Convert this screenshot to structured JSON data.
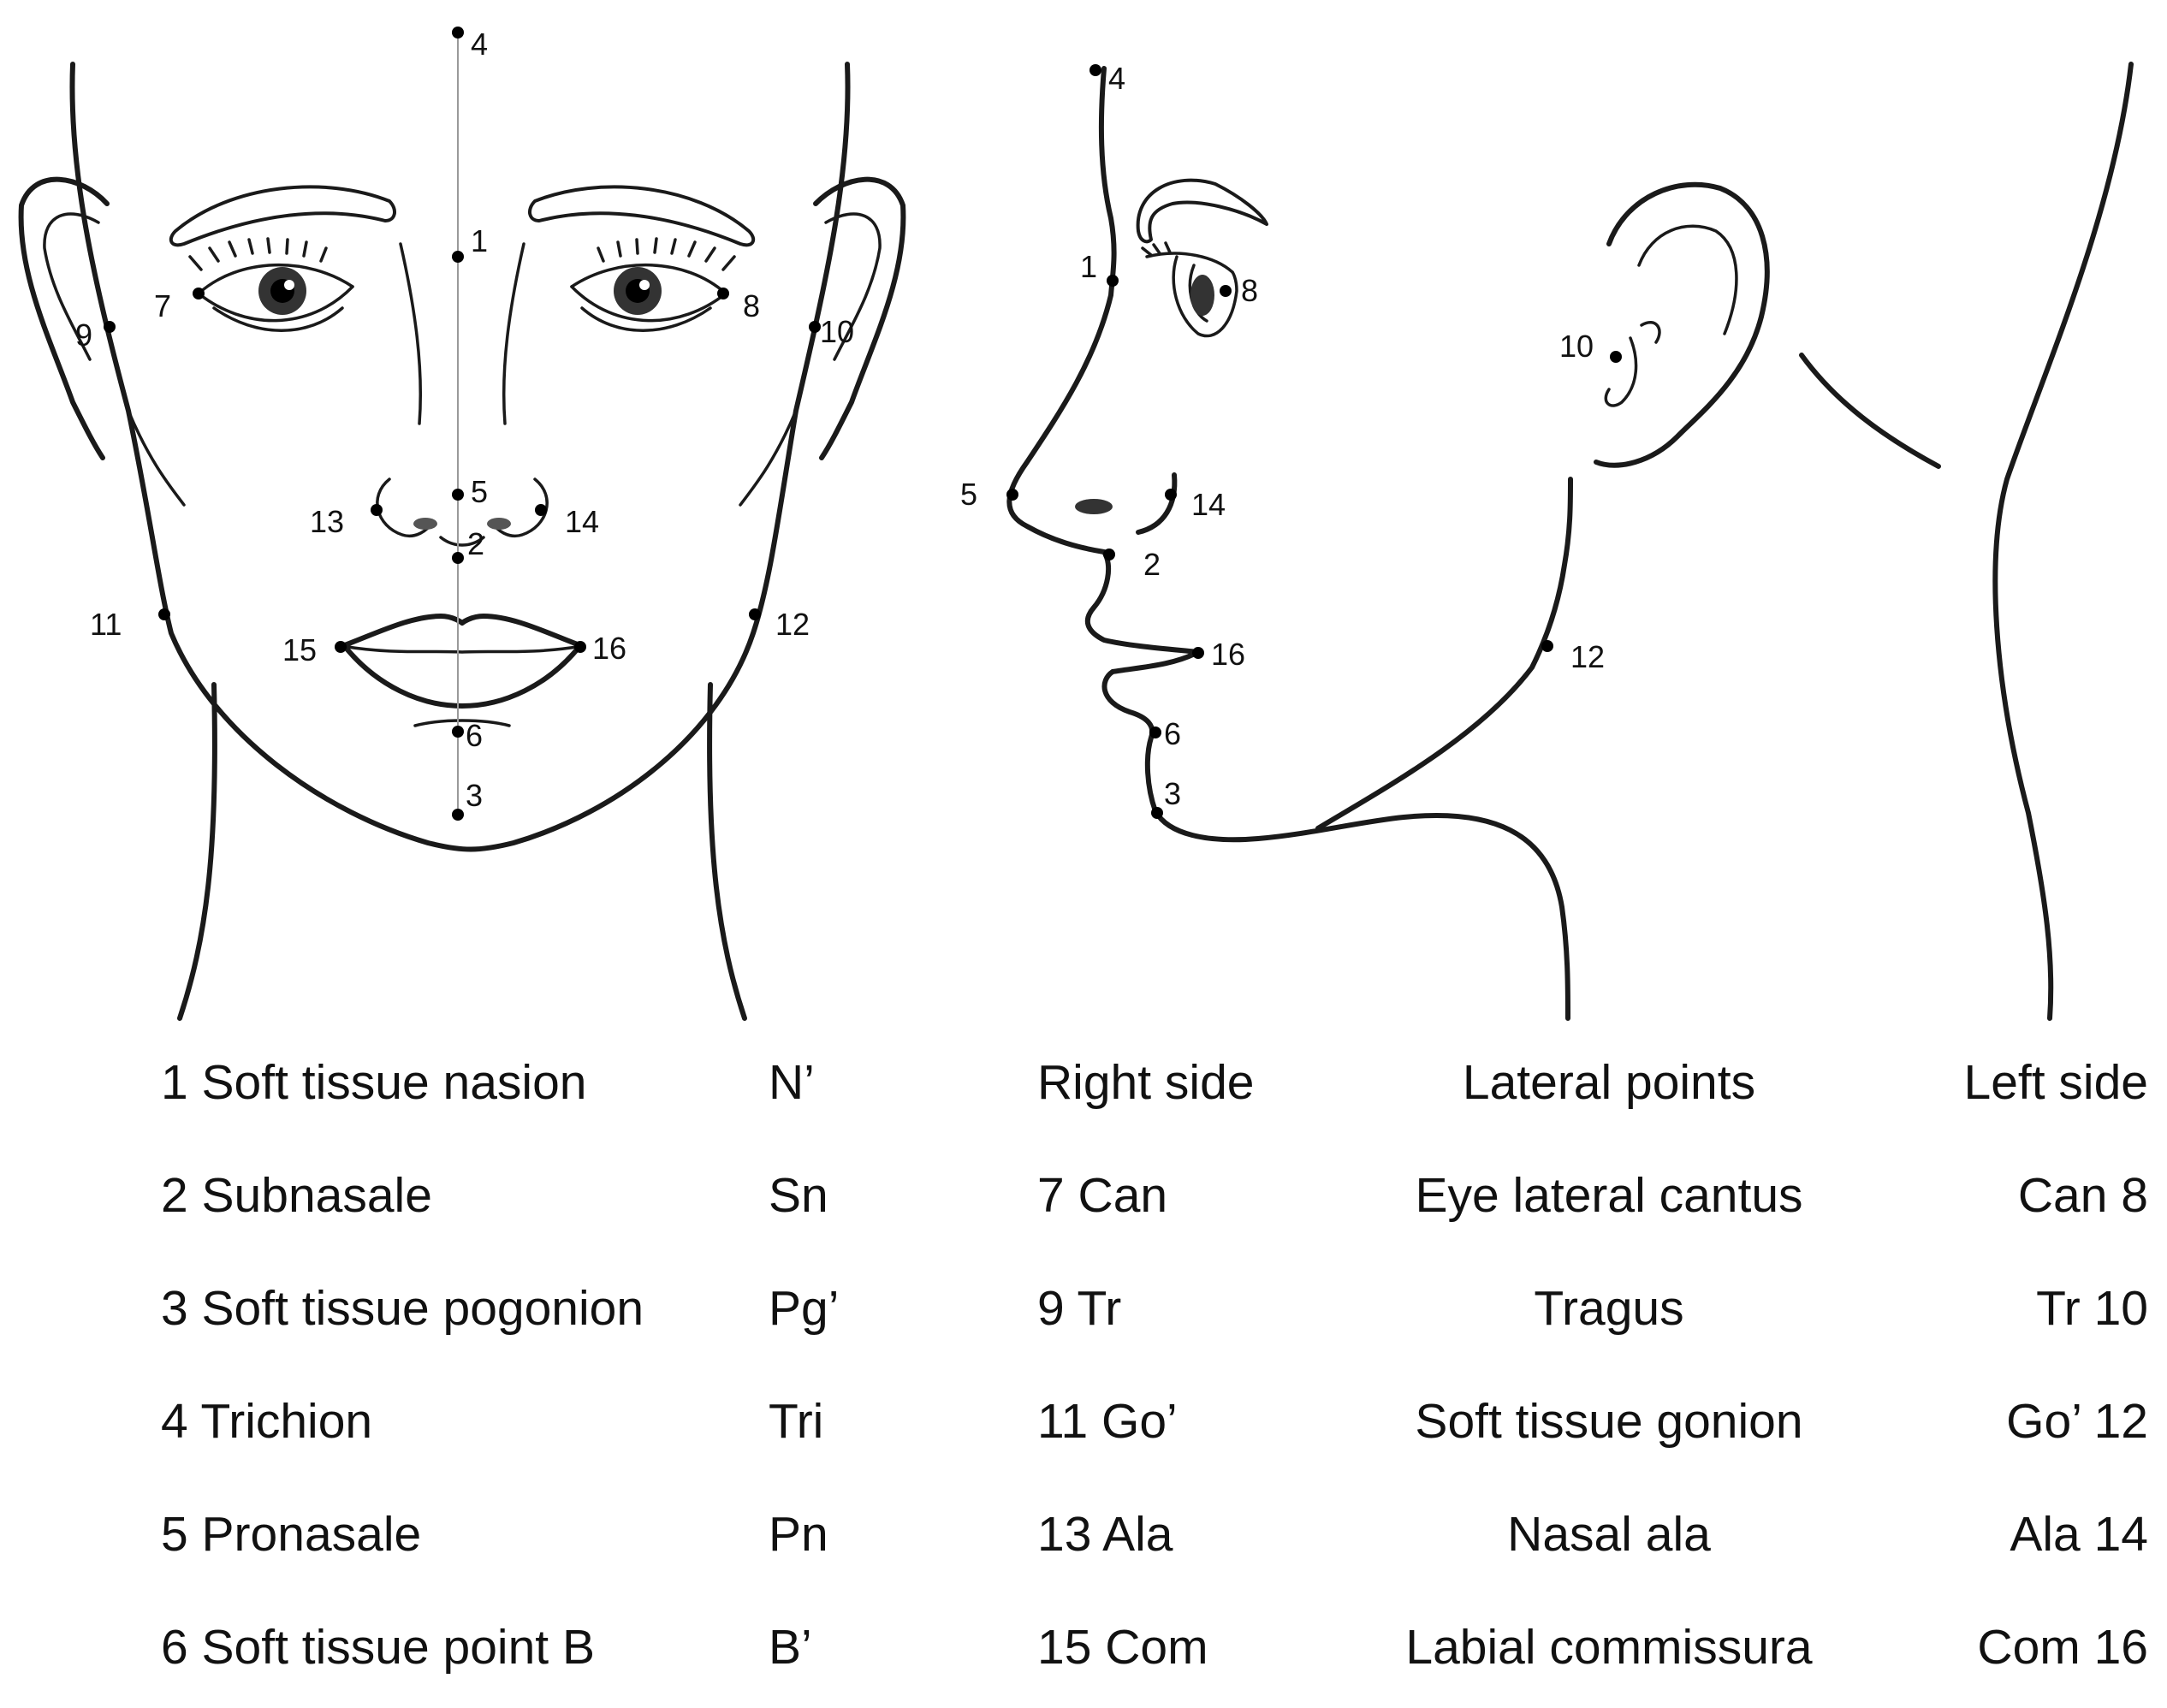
{
  "figure": {
    "frontal_landmarks": [
      {
        "id": "4",
        "label": "4"
      },
      {
        "id": "1",
        "label": "1"
      },
      {
        "id": "7",
        "label": "7"
      },
      {
        "id": "8",
        "label": "8"
      },
      {
        "id": "9",
        "label": "9"
      },
      {
        "id": "10",
        "label": "10"
      },
      {
        "id": "5",
        "label": "5"
      },
      {
        "id": "13",
        "label": "13"
      },
      {
        "id": "14",
        "label": "14"
      },
      {
        "id": "2",
        "label": "2"
      },
      {
        "id": "11",
        "label": "11"
      },
      {
        "id": "12",
        "label": "12"
      },
      {
        "id": "15",
        "label": "15"
      },
      {
        "id": "16",
        "label": "16"
      },
      {
        "id": "6",
        "label": "6"
      },
      {
        "id": "3",
        "label": "3"
      }
    ],
    "profile_landmarks": [
      {
        "id": "4",
        "label": "4"
      },
      {
        "id": "1",
        "label": "1"
      },
      {
        "id": "8",
        "label": "8"
      },
      {
        "id": "10",
        "label": "10"
      },
      {
        "id": "5",
        "label": "5"
      },
      {
        "id": "14",
        "label": "14"
      },
      {
        "id": "2",
        "label": "2"
      },
      {
        "id": "16",
        "label": "16"
      },
      {
        "id": "12",
        "label": "12"
      },
      {
        "id": "6",
        "label": "6"
      },
      {
        "id": "3",
        "label": "3"
      }
    ]
  },
  "legend": {
    "header": {
      "name": "1 Soft tissue nasion",
      "abbr": "N’",
      "right": "Right side",
      "lateral": "Lateral points",
      "left": "Left side"
    },
    "rows": [
      {
        "name": "2 Subnasale",
        "abbr": "Sn",
        "right": "7 Can",
        "lateral": "Eye lateral cantus",
        "left": "Can 8"
      },
      {
        "name": "3 Soft tissue pogonion",
        "abbr": "Pg’",
        "right": "9 Tr",
        "lateral": "Tragus",
        "left": "Tr 10"
      },
      {
        "name": "4 Trichion",
        "abbr": "Tri",
        "right": "11 Go’",
        "lateral": "Soft tissue gonion",
        "left": "Go’ 12"
      },
      {
        "name": "5 Pronasale",
        "abbr": "Pn",
        "right": "13 Ala",
        "lateral": "Nasal ala",
        "left": "Ala 14"
      },
      {
        "name": "6 Soft tissue point B",
        "abbr": "B’",
        "right": "15 Com",
        "lateral": "Labial commissura",
        "left": "Com 16"
      }
    ]
  }
}
